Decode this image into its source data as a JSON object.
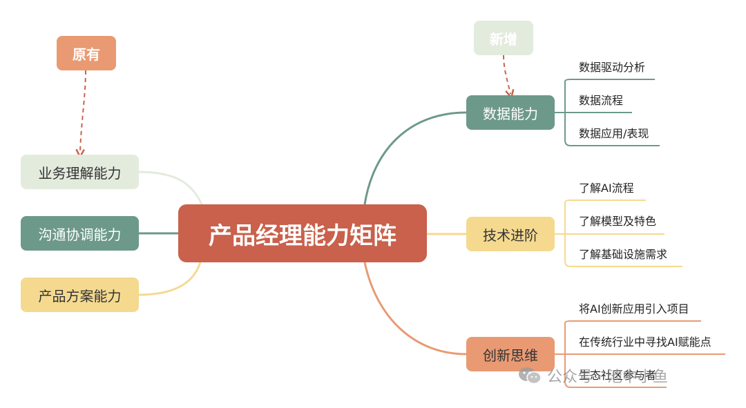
{
  "center": {
    "label": "产品经理能力矩阵"
  },
  "tags": {
    "original": "原有",
    "new": "新增"
  },
  "left_nodes": [
    "业务理解能力",
    "沟通协调能力",
    "产品方案能力"
  ],
  "right_nodes": [
    {
      "label": "数据能力",
      "leaves": [
        "数据驱动分析",
        "数据流程",
        "数据应用/表现"
      ]
    },
    {
      "label": "技术进阶",
      "leaves": [
        "了解AI流程",
        "了解模型及特色",
        "了解基础设施需求"
      ]
    },
    {
      "label": "创新思维",
      "leaves": [
        "将AI创新应用引入项目",
        "在传统行业中寻找AI赋能点",
        "生态社区参与者"
      ]
    }
  ],
  "watermark": {
    "text": "公众号 · 池中小鱼"
  },
  "colors": {
    "center": "#c9614c",
    "green": "#6d998a",
    "light_green": "#e3ebdd",
    "yellow": "#f4d98f",
    "orange": "#e99a73",
    "dashed_arrow": "#c9614c"
  }
}
